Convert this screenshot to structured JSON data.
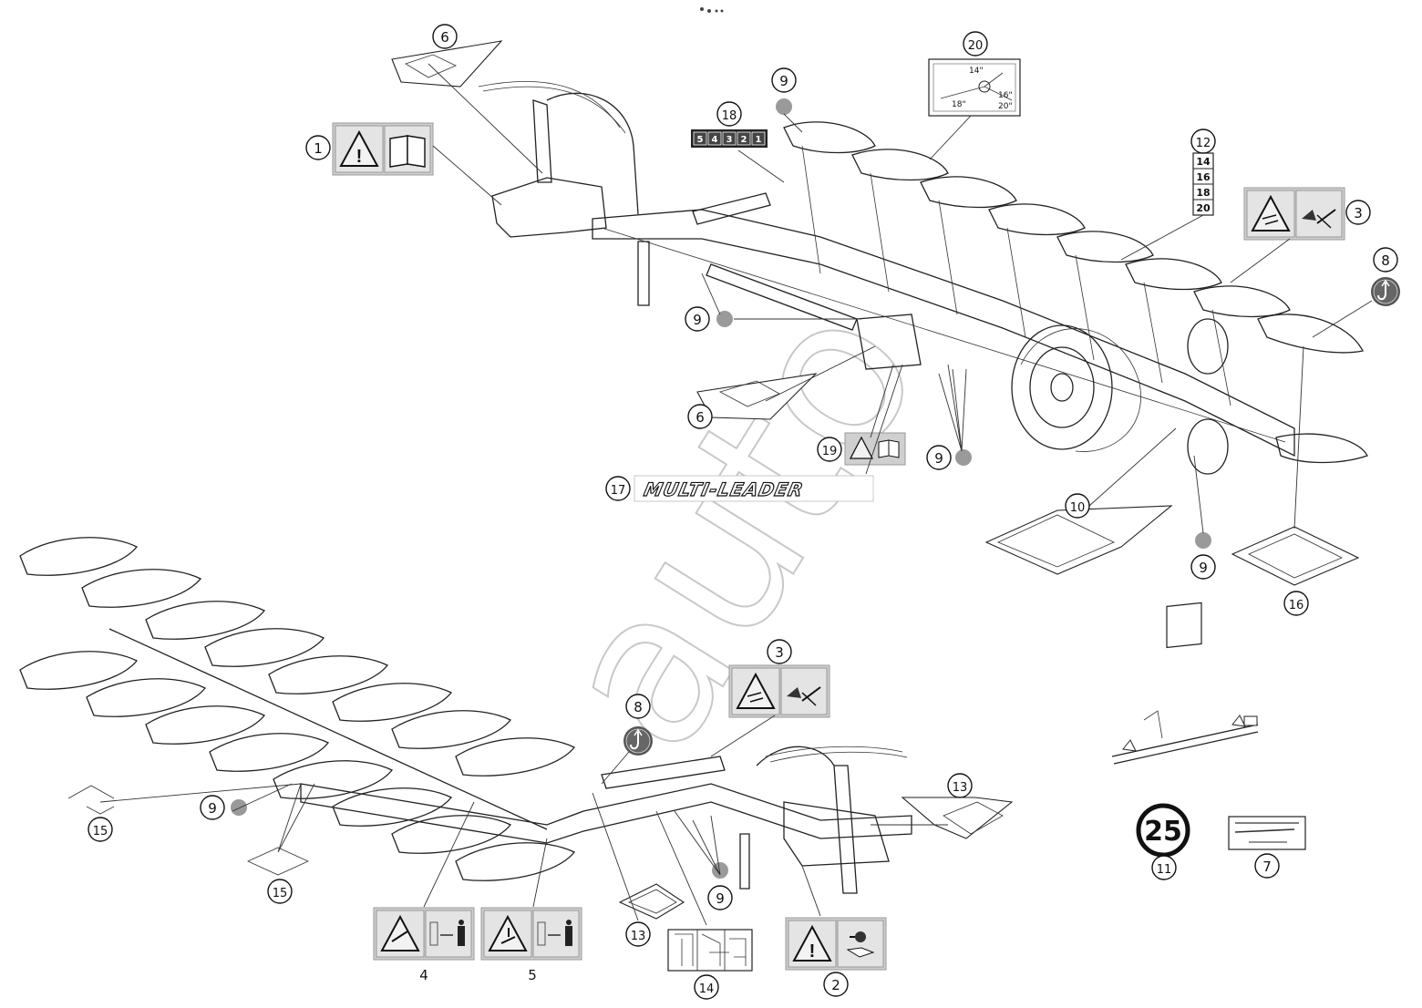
{
  "watermark": "auto",
  "brand_decal": "MULTI-LEADER",
  "callouts": [
    {
      "id": "c1",
      "label": "1"
    },
    {
      "id": "c2",
      "label": "2"
    },
    {
      "id": "c3a",
      "label": "3"
    },
    {
      "id": "c3b",
      "label": "3"
    },
    {
      "id": "c4",
      "label": "4"
    },
    {
      "id": "c5",
      "label": "5"
    },
    {
      "id": "c6a",
      "label": "6"
    },
    {
      "id": "c6b",
      "label": "6"
    },
    {
      "id": "c7",
      "label": "7"
    },
    {
      "id": "c8a",
      "label": "8"
    },
    {
      "id": "c8b",
      "label": "8"
    },
    {
      "id": "c9a",
      "label": "9"
    },
    {
      "id": "c9b",
      "label": "9"
    },
    {
      "id": "c9c",
      "label": "9"
    },
    {
      "id": "c9d",
      "label": "9"
    },
    {
      "id": "c9e",
      "label": "9"
    },
    {
      "id": "c9f",
      "label": "9"
    },
    {
      "id": "c10",
      "label": "10"
    },
    {
      "id": "c11",
      "label": "11"
    },
    {
      "id": "c12",
      "label": "12"
    },
    {
      "id": "c13a",
      "label": "13"
    },
    {
      "id": "c13b",
      "label": "13"
    },
    {
      "id": "c14",
      "label": "14"
    },
    {
      "id": "c15a",
      "label": "15"
    },
    {
      "id": "c15b",
      "label": "15"
    },
    {
      "id": "c16",
      "label": "16"
    },
    {
      "id": "c17",
      "label": "17"
    },
    {
      "id": "c18",
      "label": "18"
    },
    {
      "id": "c19",
      "label": "19"
    },
    {
      "id": "c20",
      "label": "20"
    }
  ],
  "plain_labels": [
    {
      "id": "p4",
      "label": "4"
    },
    {
      "id": "p5",
      "label": "5"
    }
  ],
  "furrow_sequence": [
    "5",
    "4",
    "3",
    "2",
    "1"
  ],
  "width_settings": [
    "14",
    "16",
    "18",
    "20"
  ],
  "angle_decal": {
    "angles": [
      "14\"",
      "16\"",
      "18\"",
      "20\""
    ]
  },
  "speed_limit": "25",
  "icons": [
    "warning-triangle-icon",
    "operator-manual-icon",
    "crush-hazard-icon",
    "hydraulic-fluid-icon",
    "lifting-hook-icon",
    "grease-point-icon",
    "keep-distance-person-icon",
    "falling-object-icon",
    "hydraulic-key-icon"
  ],
  "colors": {
    "decal_grey": "#cfcfcf",
    "line": "#222222",
    "grease_grey": "#9a9a9a",
    "dark": "#222222"
  }
}
